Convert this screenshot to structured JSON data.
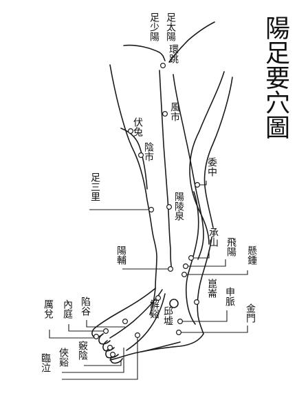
{
  "title": "陽足要穴圖",
  "colors": {
    "ink": "#1a1a1a",
    "paper": "#ffffff"
  },
  "points": [
    {
      "id": "zu-shao-yang",
      "label": "足少陽"
    },
    {
      "id": "zu-tai-yang",
      "label": "足太陽"
    },
    {
      "id": "huan-tiao",
      "label": "環跳"
    },
    {
      "id": "feng-shi",
      "label": "風市"
    },
    {
      "id": "fu-tu",
      "label": "伏兔"
    },
    {
      "id": "yin-shi",
      "label": "陰市"
    },
    {
      "id": "wei-zhong",
      "label": "委中"
    },
    {
      "id": "zu-san-li",
      "label": "足三里"
    },
    {
      "id": "yang-ling-quan",
      "label": "陽陵泉"
    },
    {
      "id": "cheng-shan",
      "label": "承山"
    },
    {
      "id": "fei-yang",
      "label": "飛陽"
    },
    {
      "id": "xuan-zhong",
      "label": "懸鍾"
    },
    {
      "id": "yang-fu",
      "label": "陽輔"
    },
    {
      "id": "kun-lun",
      "label": "崑崙"
    },
    {
      "id": "shen-mai",
      "label": "申脈"
    },
    {
      "id": "jin-men",
      "label": "金門"
    },
    {
      "id": "jie-xi",
      "label": "解谿"
    },
    {
      "id": "qiu-xu",
      "label": "邱墟"
    },
    {
      "id": "li-dui",
      "label": "厲兌"
    },
    {
      "id": "nei-ting",
      "label": "內庭"
    },
    {
      "id": "xian-gu",
      "label": "陷谷"
    },
    {
      "id": "qiao-yin",
      "label": "竅陰"
    },
    {
      "id": "xia-xi",
      "label": "俠谿"
    },
    {
      "id": "lin-qi",
      "label": "臨泣"
    }
  ]
}
